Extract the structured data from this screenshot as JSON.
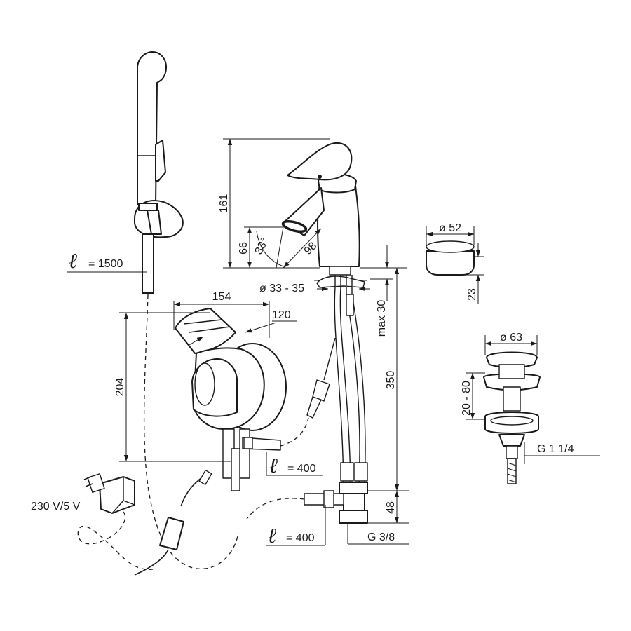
{
  "dimensions": {
    "shower_hose_length": "= 1500",
    "mixer_height": "161",
    "spout_height": "66",
    "spout_angle": "33°",
    "spout_reach": "98",
    "hole_diameter": "ø 33 - 35",
    "max_deck_thickness": "max 30",
    "inlet_hose_height": "350",
    "thermostat_width": "154",
    "thermostat_depth": "120",
    "thermostat_height": "204",
    "hose_length_right": "= 400",
    "hose_length_bottom": "= 400",
    "valve_height": "48",
    "connection_thread": "G 3/8",
    "cap_diameter": "ø 52",
    "cap_height": "23",
    "waste_diameter": "ø 63",
    "waste_adjust_range": "20 - 80",
    "waste_thread": "G 1 1/4",
    "power_supply": "230 V/5 V"
  },
  "symbols": {
    "length": "ℓ"
  }
}
